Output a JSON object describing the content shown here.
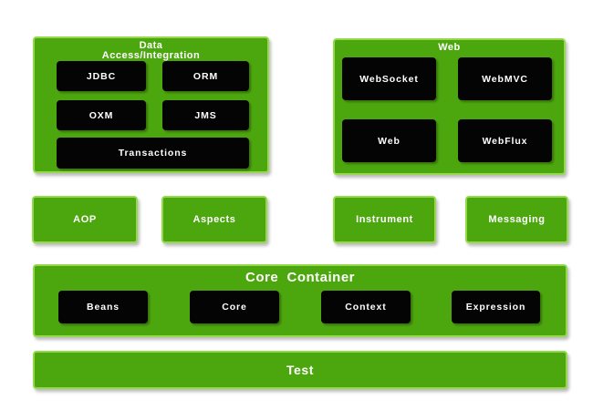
{
  "colors": {
    "background": "#ffffff",
    "box_green": "#4CA70E",
    "box_border_green": "#94D94C",
    "module_black": "#040404",
    "text_white": "#ffffff"
  },
  "panels": {
    "data_access": {
      "title_line1": "Data",
      "title_line2": "Access/Integration",
      "modules": [
        "JDBC",
        "ORM",
        "OXM",
        "JMS",
        "Transactions"
      ]
    },
    "web": {
      "title": "Web",
      "modules": [
        "WebSocket",
        "WebMVC",
        "Web",
        "WebFlux"
      ]
    },
    "standalone": {
      "modules": [
        "AOP",
        "Aspects",
        "Instrument",
        "Messaging"
      ]
    },
    "core_container": {
      "title": "Core  Container",
      "modules": [
        "Beans",
        "Core",
        "Context",
        "Expression"
      ]
    },
    "test": {
      "title": "Test"
    }
  }
}
